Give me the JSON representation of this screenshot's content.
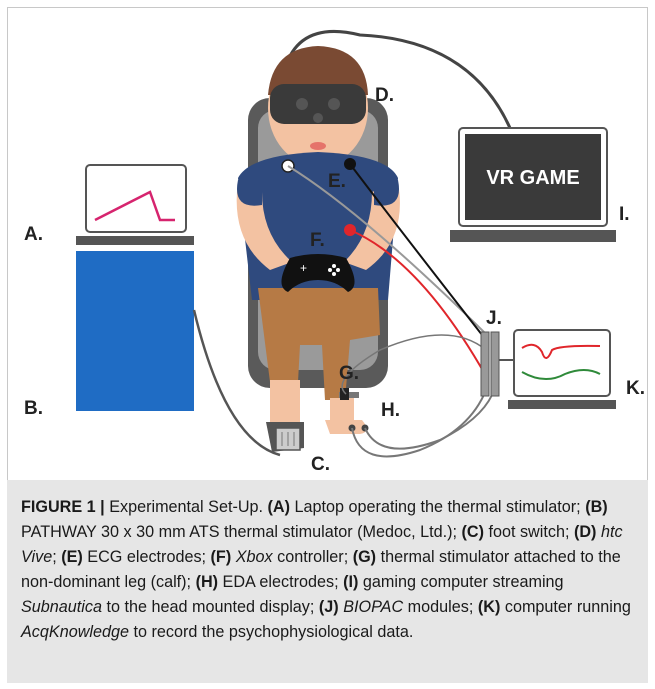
{
  "labels": {
    "a": "A.",
    "b": "B.",
    "c": "C.",
    "d": "D.",
    "e": "E.",
    "f": "F.",
    "g": "G.",
    "h": "H.",
    "i": "I.",
    "j": "J.",
    "k": "K."
  },
  "screen_text": "VR GAME",
  "colors": {
    "blue_box": "#1f6cc4",
    "shirt": "#2f4a7e",
    "pants": "#b67a45",
    "chair": "#5a5a5a",
    "headset": "#3a3a3a",
    "ecg_red": "#e0262b",
    "caption_bg": "#e6e6e6",
    "laptop_line": "#d6246e",
    "monitor_green": "#2f8a3a"
  },
  "caption": {
    "figure_label": "FIGURE 1 |",
    "title": "Experimental Set-Up.",
    "items": [
      {
        "key": "(A)",
        "text": "Laptop operating the thermal stimulator;"
      },
      {
        "key": "(B)",
        "text": "PATHWAY 30 x 30 mm ATS thermal stimulator (Medoc, Ltd.);"
      },
      {
        "key": "(C)",
        "text": "foot switch;"
      },
      {
        "key": "(D)",
        "italic": "htc Vive",
        "after": ";"
      },
      {
        "key": "(E)",
        "text": "ECG electrodes;"
      },
      {
        "key": "(F)",
        "italic": "Xbox",
        "after": " controller;"
      },
      {
        "key": "(G)",
        "text": "thermal stimulator attached to the non-dominant leg (calf);"
      },
      {
        "key": "(H)",
        "text": "EDA electrodes;"
      },
      {
        "key": "(I)",
        "before": "gaming computer streaming ",
        "italic": "Subnautica",
        "after": " to the head mounted display;"
      },
      {
        "key": "(J)",
        "italic": "BIOPAC",
        "after": " modules;"
      },
      {
        "key": "(K)",
        "before": "computer running ",
        "italic": "AcqKnowledge",
        "after": " to record the psychophysiological data."
      }
    ]
  }
}
